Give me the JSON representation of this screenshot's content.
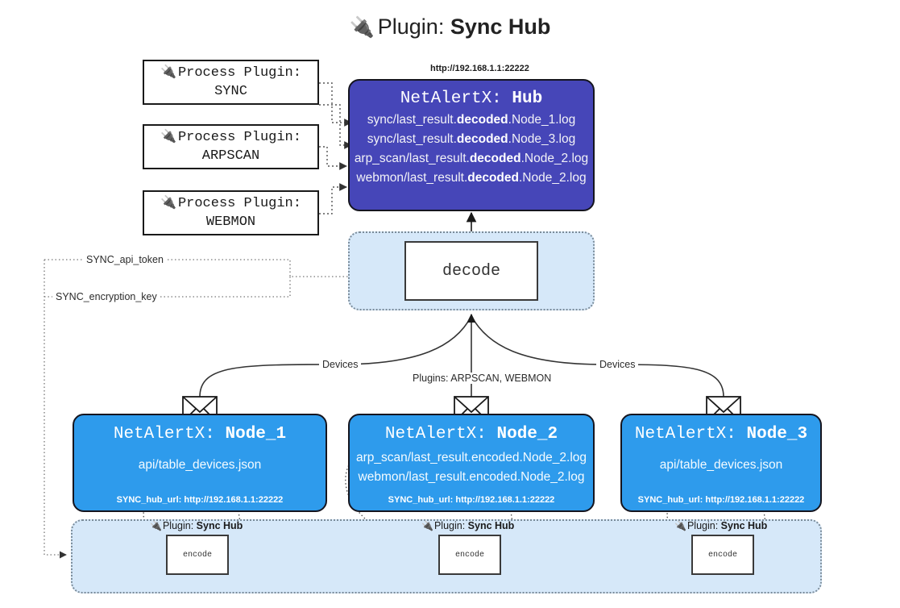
{
  "page": {
    "title_prefix": "Plugin:",
    "title_value": "Sync Hub",
    "plug_icon": "🔌"
  },
  "process_plugins": [
    {
      "line1": "Process Plugin:",
      "line2": "SYNC"
    },
    {
      "line1": "Process Plugin:",
      "line2": "ARPSCAN"
    },
    {
      "line1": "Process Plugin:",
      "line2": "WEBMON"
    }
  ],
  "hub": {
    "url_label": "http://192.168.1.1:22222",
    "title_prefix": "NetAlertX:",
    "title_value": "Hub",
    "loglines": [
      {
        "pre": "sync/last_result.",
        "mid": "decoded",
        "post": ".Node_1.log"
      },
      {
        "pre": "sync/last_result.",
        "mid": "decoded",
        "post": ".Node_3.log"
      },
      {
        "pre": "arp_scan/last_result.",
        "mid": "decoded",
        "post": ".Node_2.log"
      },
      {
        "pre": "webmon/last_result.",
        "mid": "decoded",
        "post": ".Node_2.log"
      }
    ]
  },
  "decode": {
    "label": "decode"
  },
  "config_labels": {
    "api_token": "SYNC_api_token",
    "encryption_key": "SYNC_encryption_key"
  },
  "edge_labels": {
    "devices_left": "Devices",
    "devices_right": "Devices",
    "plugins_center": "Plugins: ARPSCAN, WEBMON"
  },
  "nodes": [
    {
      "title_prefix": "NetAlertX:",
      "title_value": "Node_1",
      "lines": [
        "api/table_devices.json"
      ],
      "footer": "SYNC_hub_url: http://192.168.1.1:22222"
    },
    {
      "title_prefix": "NetAlertX:",
      "title_value": "Node_2",
      "lines": [
        "arp_scan/last_result.encoded.Node_2.log",
        "webmon/last_result.encoded.Node_2.log"
      ],
      "footer": "SYNC_hub_url: http://192.168.1.1:22222"
    },
    {
      "title_prefix": "NetAlertX:",
      "title_value": "Node_3",
      "lines": [
        "api/table_devices.json"
      ],
      "footer": "SYNC_hub_url: http://192.168.1.1:22222"
    }
  ],
  "encoders": [
    {
      "plugin_prefix": "Plugin:",
      "plugin_value": "Sync Hub",
      "label": "encode"
    },
    {
      "plugin_prefix": "Plugin:",
      "plugin_value": "Sync Hub",
      "label": "encode"
    },
    {
      "plugin_prefix": "Plugin:",
      "plugin_value": "Sync Hub",
      "label": "encode"
    }
  ],
  "colors": {
    "hub": "#4646b8",
    "node": "#2e9bec",
    "container": "#d6e8f9",
    "stroke": "#1a1a1a"
  }
}
